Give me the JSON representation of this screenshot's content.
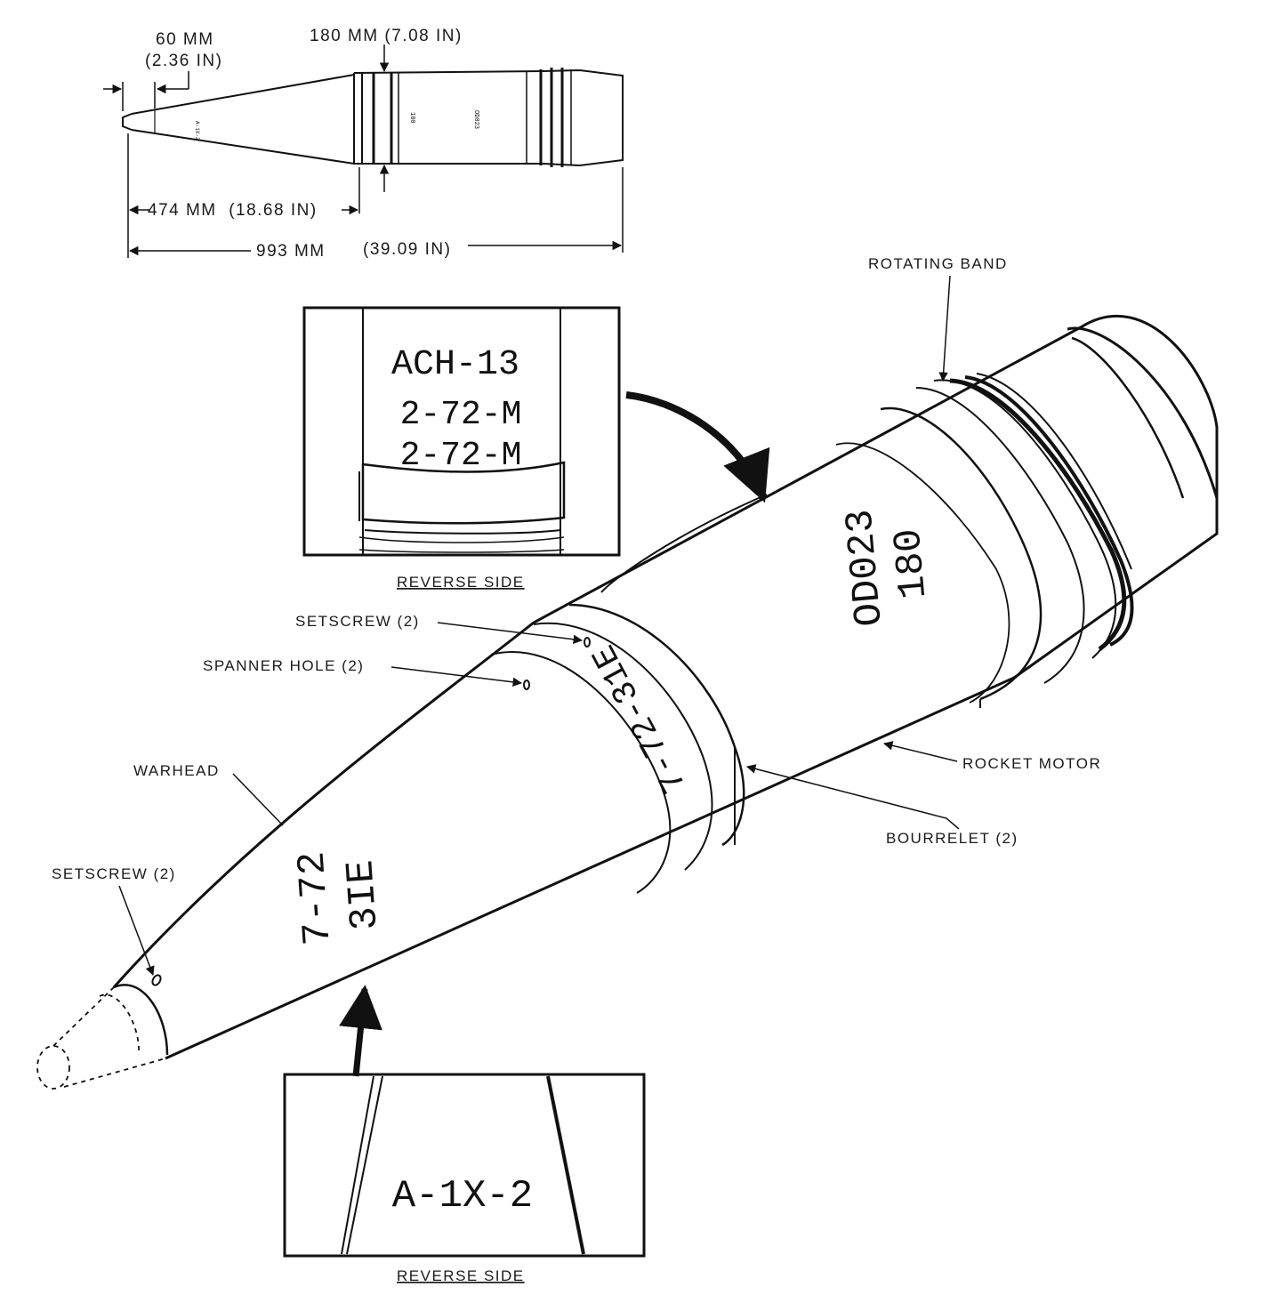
{
  "dimensions": {
    "tip": {
      "value": "60 MM",
      "inches": "(2.36 IN)"
    },
    "diameter": "180 MM (7.08 IN)",
    "warhead_length": "474 MM  (18.68 IN)",
    "overall_length": "993 MM",
    "overall_length_in": "(39.09 IN)"
  },
  "callouts": {
    "rotating_band": "ROTATING BAND",
    "setscrew_upper": "SETSCREW (2)",
    "spanner_hole": "SPANNER HOLE (2)",
    "warhead": "WARHEAD",
    "setscrew_lower": "SETSCREW (2)",
    "rocket_motor": "ROCKET MOTOR",
    "bourrelet": "BOURRELET (2)"
  },
  "stencils": {
    "motor_line1": "OD023",
    "motor_line2": "180",
    "bourrelet": "7-72-31E",
    "warhead_line1": "7-72",
    "warhead_line2": "3IE"
  },
  "insets": {
    "top": {
      "lines": [
        "ACH-13",
        "2-72-M",
        "2-72-M"
      ],
      "caption": "REVERSE SIDE"
    },
    "bottom": {
      "lines": [
        "A-1X-2"
      ],
      "caption": "REVERSE SIDE"
    }
  },
  "colors": {
    "ink": "#111111",
    "paper": "#ffffff"
  }
}
